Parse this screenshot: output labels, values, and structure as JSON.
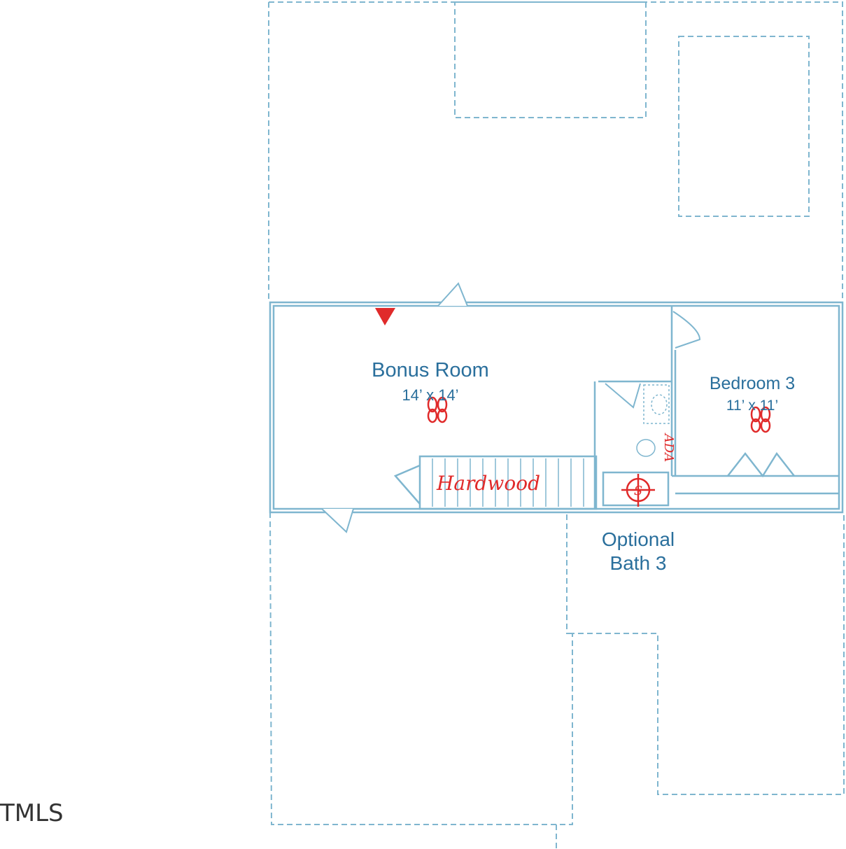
{
  "rooms": [
    {
      "name": "Bonus Room",
      "size": "14’ x 14’"
    },
    {
      "name": "Bedroom 3",
      "size": "11’ x 11’"
    },
    {
      "name": "Optional",
      "size": "Bath 3"
    }
  ],
  "annotations": {
    "flooring": "Hardwood",
    "bath_note": "ADA",
    "shower_mark": "S",
    "fan_icon": "ceiling-fan-icon",
    "vent_icon": "vent-triangle-icon"
  },
  "watermark": "TMLS",
  "colors": {
    "wall": "#7fb6cf",
    "dashed": "#7fb6cf",
    "label": "#2a6f9c",
    "markup": "#e02a2a"
  }
}
